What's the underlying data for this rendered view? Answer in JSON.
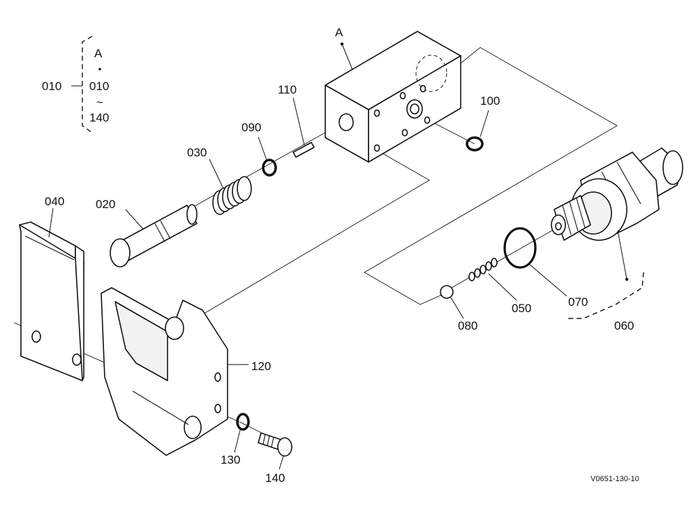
{
  "group": {
    "letter": "A",
    "parent": "010",
    "from": "010",
    "tilde": "~",
    "to": "140"
  },
  "assembly_letter": "A",
  "parts": [
    {
      "id": "020",
      "name": "label-020"
    },
    {
      "id": "030",
      "name": "label-030"
    },
    {
      "id": "040",
      "name": "label-040"
    },
    {
      "id": "050",
      "name": "label-050"
    },
    {
      "id": "060",
      "name": "label-060"
    },
    {
      "id": "070",
      "name": "label-070"
    },
    {
      "id": "080",
      "name": "label-080"
    },
    {
      "id": "090",
      "name": "label-090"
    },
    {
      "id": "100",
      "name": "label-100"
    },
    {
      "id": "110",
      "name": "label-110"
    },
    {
      "id": "120",
      "name": "label-120"
    },
    {
      "id": "130",
      "name": "label-130"
    },
    {
      "id": "140",
      "name": "label-140"
    }
  ],
  "figure_code": "V0651-130-10"
}
